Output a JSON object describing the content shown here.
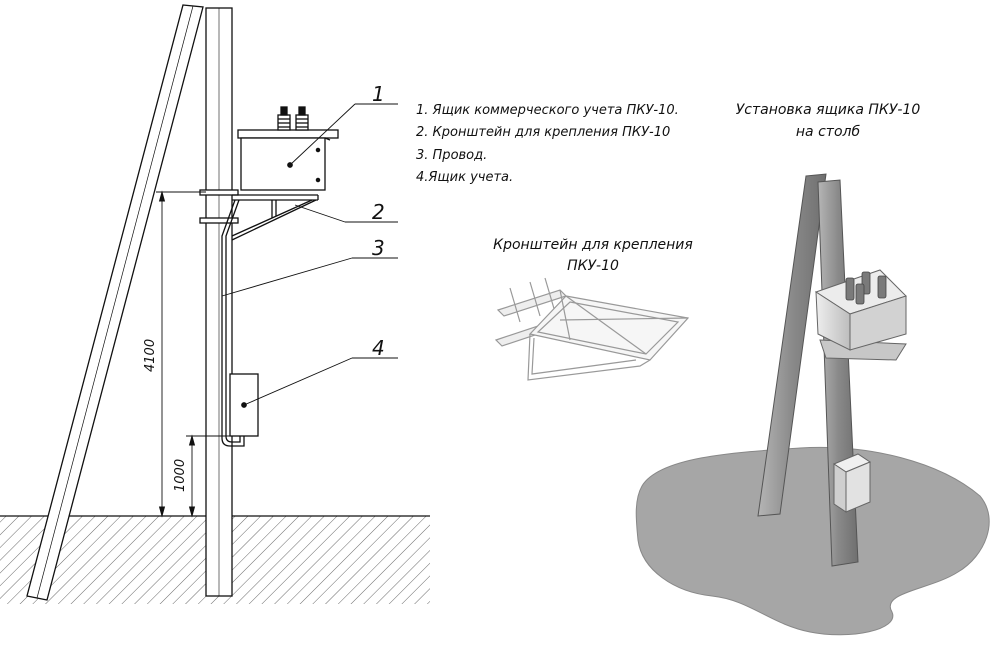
{
  "legend": {
    "items": [
      "1. Ящик коммерческого учета ПКУ-10.",
      "2. Кронштейн для крепления ПКУ-10",
      "3. Провод.",
      "4.Ящик учета."
    ]
  },
  "captions": {
    "install_line1": "Установка ящика ПКУ-10",
    "install_line2": "на столб",
    "bracket_line1": "Кронштейн для крепления",
    "bracket_line2": "ПКУ-10"
  },
  "callouts": [
    "1",
    "2",
    "3",
    "4"
  ],
  "dimensions": {
    "total_height": "4100",
    "box_height": "1000"
  },
  "colors": {
    "line": "#111111",
    "ground_shadow": "#a3a3a3",
    "pole_render": "#8e8e8e",
    "box_render": "#d8d8d8"
  }
}
